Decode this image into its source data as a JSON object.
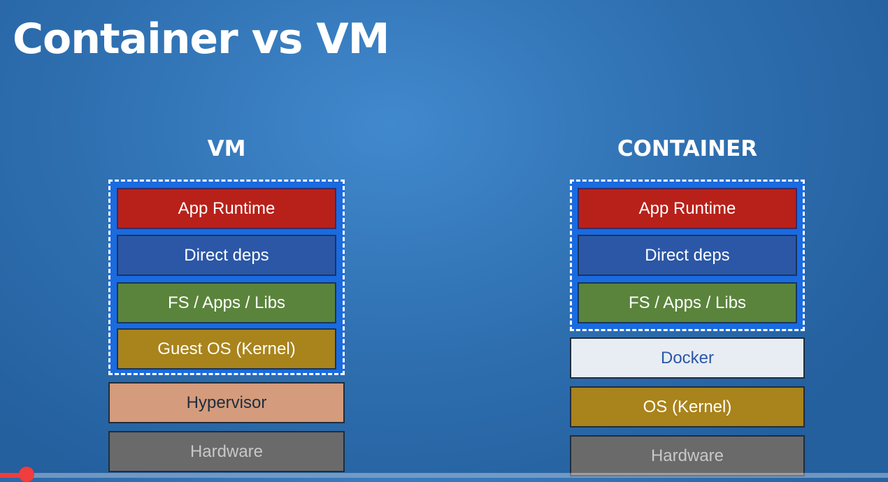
{
  "title": "Container vs VM",
  "vm": {
    "heading": "VM",
    "layers": [
      "App Runtime",
      "Direct deps",
      "FS / Apps / Libs",
      "Guest OS (Kernel)",
      "Hypervisor",
      "Hardware"
    ]
  },
  "container": {
    "heading": "CONTAINER",
    "layers": [
      "App Runtime",
      "Direct deps",
      "FS / Apps / Libs",
      "Docker",
      "OS (Kernel)",
      "Hardware"
    ]
  },
  "colors": {
    "app_runtime": "#b8211a",
    "direct_deps": "#2b57a6",
    "fs_apps_libs": "#5a843c",
    "kernel": "#a9831b",
    "hypervisor": "#d49b7c",
    "hardware": "#6a6a6a",
    "docker": "#e8edf4",
    "progress": "#f03d3d"
  },
  "video": {
    "progress": 0.03
  }
}
